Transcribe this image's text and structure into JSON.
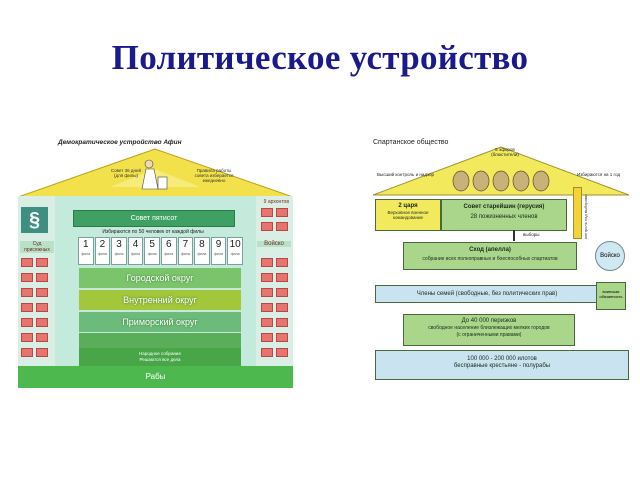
{
  "title": "Политическое устройство",
  "athens": {
    "label": "Демократическое устройство Афин",
    "council_note": "Совет 36 дней (для филы)",
    "council_note2": "Правила работы совета изберается ежедневно",
    "nine_archons": "9 архонтов",
    "court_label": "Суд присяжных",
    "army_label": "Войско",
    "council_500": "Совет пятисот",
    "elected_note": "Избираются по 50 человек от каждой филы",
    "phyles": [
      "1",
      "2",
      "3",
      "4",
      "5",
      "6",
      "7",
      "8",
      "9",
      "10"
    ],
    "phyle_caption": "фила",
    "districts": [
      "Городской округ",
      "Внутренний округ",
      "Приморский округ"
    ],
    "assembly_label": "Народное собрание",
    "assembly_note": "Решаются все дела",
    "slaves_label": "Рабы",
    "colors": {
      "roof": "#f2e14a",
      "body": "#c4eadc",
      "district_1": "#7bc46b",
      "district_2": "#a3c63a",
      "district_3": "#6dbb7a",
      "slaves": "#4db84d",
      "paragraph_icon": "paragraph-icon"
    }
  },
  "sparta": {
    "label": "Спартанское общество",
    "efory": "5 эфоров (блюстители)",
    "left_note": "Высший контроль и надзор",
    "right_note": "Избираются на 1 год",
    "kings_title": "2 царя",
    "kings_sub": "Верховное военное командование",
    "gerusia_title": "Совет старейшин (герусия)",
    "gerusia_sub": "28 пожизненных членов",
    "elect_label": "выборы",
    "control_label": "контроль над выборами",
    "appella_title": "Сход (апелла)",
    "appella_sub": "собрание всех полноправных и боеспособных спартиатов",
    "army": "Войско",
    "duty": "воинская обязанность",
    "perieki_line": "Члены семей (свободные, без политических прав)",
    "perieki_title": "До 40 000 периэков",
    "perieki_sub": "свободное население близлежащих мелких городов",
    "perieki_sub2": "(с ограниченными правами)",
    "helots_title": "100 000 - 200 000 илотов",
    "helots_sub": "бесправные крестьяне - полурабы"
  }
}
